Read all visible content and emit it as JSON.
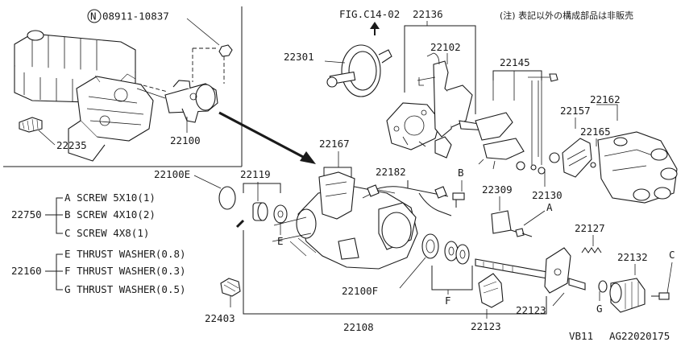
{
  "note": "(注) 表記以外の構成部品は非販売",
  "fig_ref": "FIG.C14-02",
  "top_bolt": {
    "marker": "N",
    "part": "08911-10837"
  },
  "parts": {
    "p22136": "22136",
    "p22102": "22102",
    "p22301": "22301",
    "p22145": "22145",
    "p22162": "22162",
    "p22157": "22157",
    "p22165": "22165",
    "p22235": "22235",
    "p22100": "22100",
    "p22167": "22167",
    "p22182": "22182",
    "p22100E": "22100E",
    "p22119": "22119",
    "p22309": "22309",
    "p22130": "22130",
    "p22127": "22127",
    "p22132": "22132",
    "p22100F": "22100F",
    "p22403": "22403",
    "p22108": "22108",
    "p22123a": "22123",
    "p22123b": "22123"
  },
  "letters": {
    "B": "B",
    "A": "A",
    "E": "E",
    "F": "F",
    "G": "G",
    "C": "C"
  },
  "group_22750": {
    "code": "22750",
    "items": [
      {
        "key": "A",
        "text": "SCREW 5X10(1)"
      },
      {
        "key": "B",
        "text": "SCREW 4X10(2)"
      },
      {
        "key": "C",
        "text": "SCREW 4X8(1)"
      }
    ]
  },
  "group_22160": {
    "code": "22160",
    "items": [
      {
        "key": "E",
        "text": "THRUST WASHER(0.8)"
      },
      {
        "key": "F",
        "text": "THRUST WASHER(0.3)"
      },
      {
        "key": "G",
        "text": "THRUST WASHER(0.5)"
      }
    ]
  },
  "footer": {
    "model": "VB11",
    "code": "AG22020175"
  }
}
